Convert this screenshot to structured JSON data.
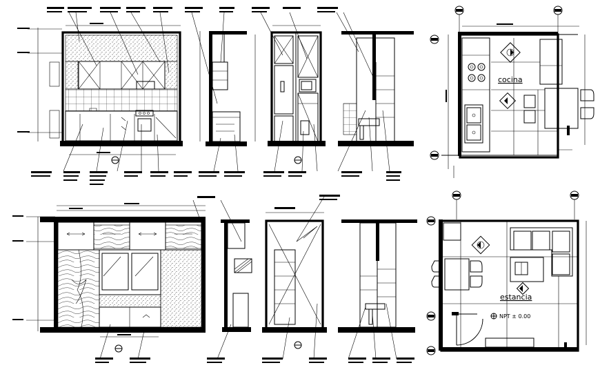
{
  "plans": {
    "kitchen": {
      "room_label": "cocina"
    },
    "living": {
      "room_label": "estancia",
      "level_label": "NPT ± 0.00"
    }
  },
  "icons": {
    "section_marker": "section-cut-icon",
    "level_marker": "level-diamond-icon",
    "axis_bubble": "grid-axis-bubble-icon",
    "stove": "stove-burners-icon",
    "sink": "double-sink-icon"
  },
  "colors": {
    "ink": "#000000",
    "paper": "#ffffff"
  }
}
